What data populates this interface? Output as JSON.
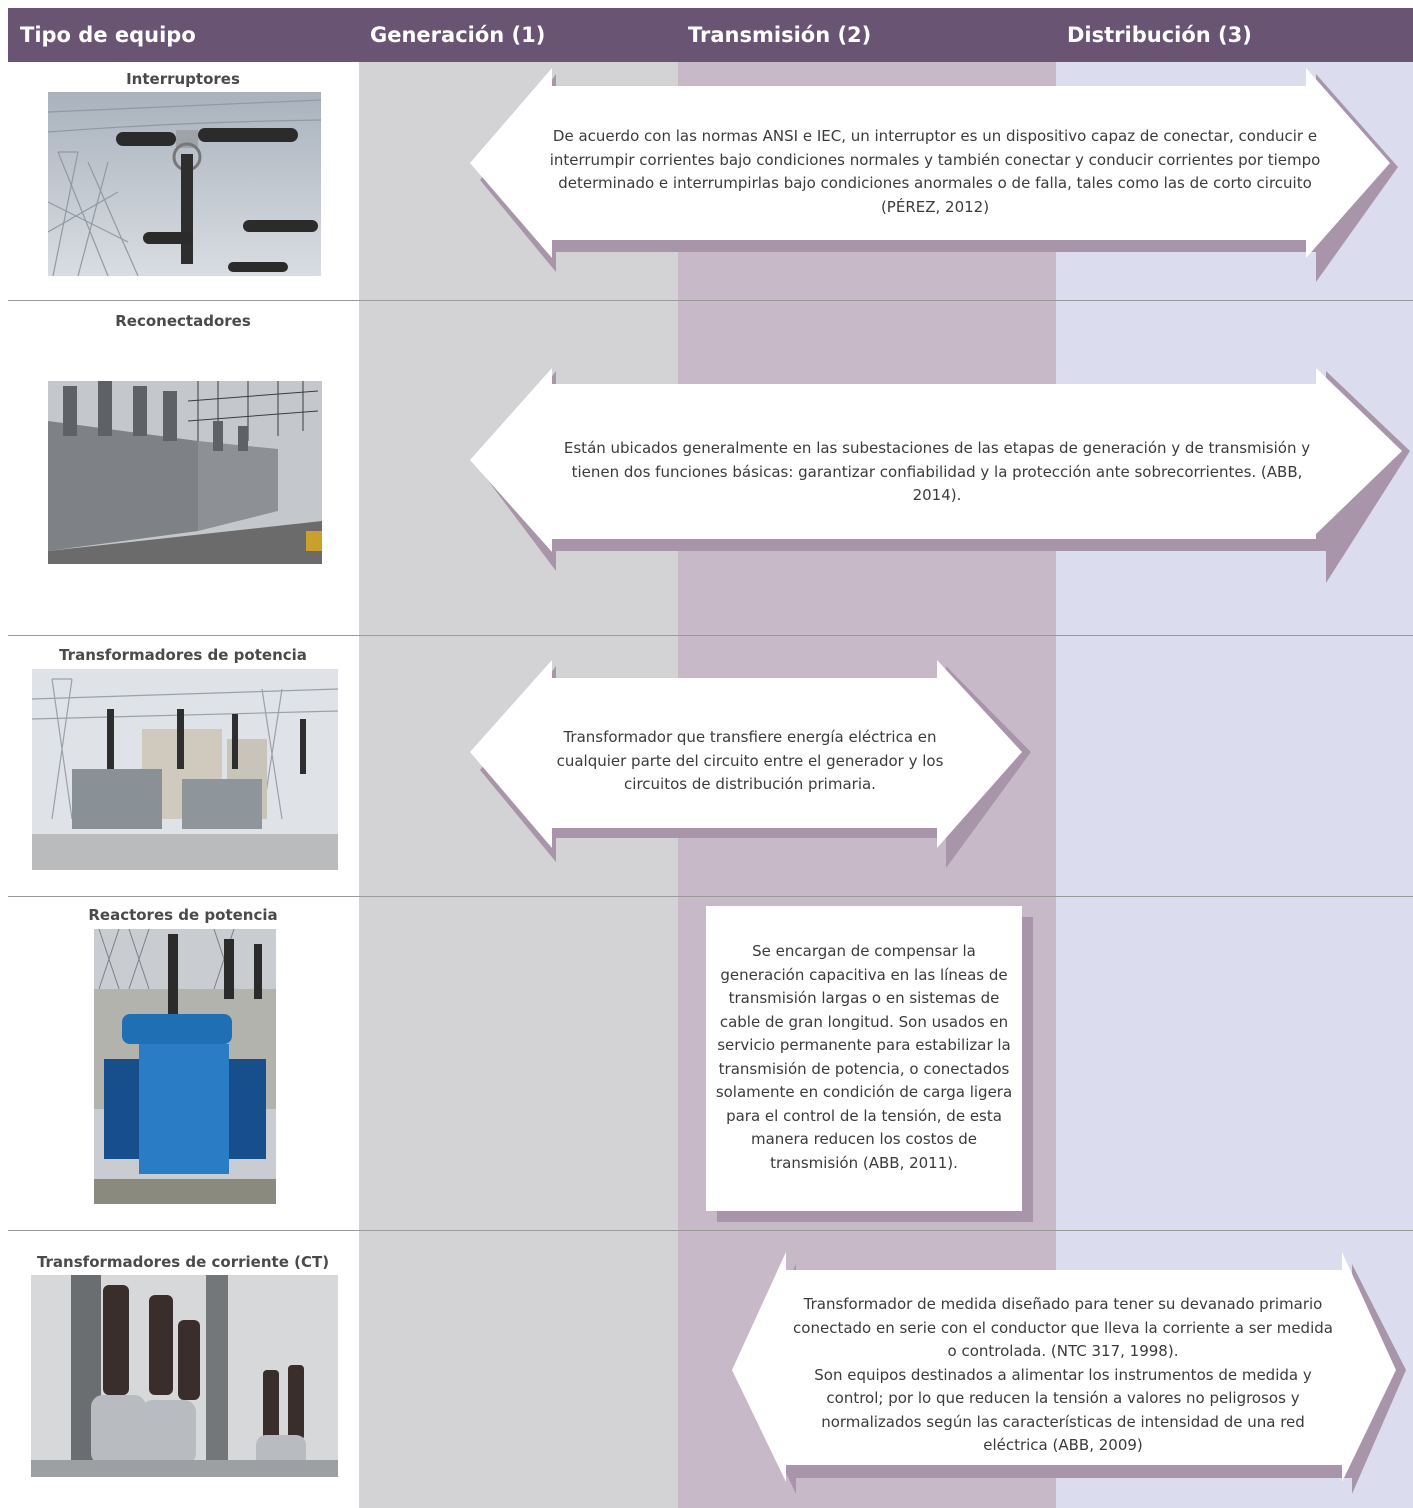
{
  "header": {
    "col_equipo": "Tipo de equipo",
    "col_generacion": "Generación (1)",
    "col_transmision": "Transmisión (2)",
    "col_distribucion": "Distribución (3)"
  },
  "colors": {
    "header_bg": "#6a5474",
    "generacion_bg": "#d3d3d6",
    "transmision_bg": "#c8b9c9",
    "distribucion_bg": "#dcdcef",
    "arrow_shadow": "#a895a9"
  },
  "rows": [
    {
      "title": "Interruptores",
      "image_icon": "photo-circuit-breakers",
      "description": "De acuerdo con las normas ANSI e IEC, un interruptor es un dispositivo capaz de conectar, conducir e interrumpir corrientes bajo condiciones normales y también conectar y conducir corrientes por tiempo determinado e interrumpirlas bajo condiciones anormales o de falla, tales como las de corto circuito (PÉREZ, 2012)"
    },
    {
      "title": "Reconectadores",
      "image_icon": "photo-reclosers",
      "description": "Están ubicados generalmente en las subestaciones de las etapas de generación y de transmisión y tienen dos funciones básicas: garantizar confiabilidad y la protección ante sobrecorrientes. (ABB, 2014)."
    },
    {
      "title": "Transformadores de potencia",
      "image_icon": "photo-power-transformers",
      "description": "Transformador que transfiere energía eléctrica en cualquier parte del circuito entre el generador y los circuitos de distribución primaria."
    },
    {
      "title": "Reactores de potencia",
      "image_icon": "photo-power-reactor",
      "description": "Se encargan de compensar la generación capacitiva en las líneas de transmisión largas o en sistemas de cable de gran longitud. Son usados en servicio permanente para estabilizar la transmisión de potencia, o conectados solamente en condición de carga ligera para el control de la tensión, de esta manera reducen los costos de transmisión (ABB, 2011)."
    },
    {
      "title": "Transformadores de corriente (CT)",
      "image_icon": "photo-current-transformers",
      "description_1": "Transformador de medida diseñado para tener su devanado primario conectado en serie con el conductor que lleva la corriente a ser medida o controlada. (NTC 317, 1998).",
      "description_2": "Son equipos destinados a alimentar los instrumentos de medida y control; por lo que reducen la tensión a valores no peligrosos y normalizados según las características de intensidad de una red eléctrica (ABB, 2009)"
    }
  ]
}
